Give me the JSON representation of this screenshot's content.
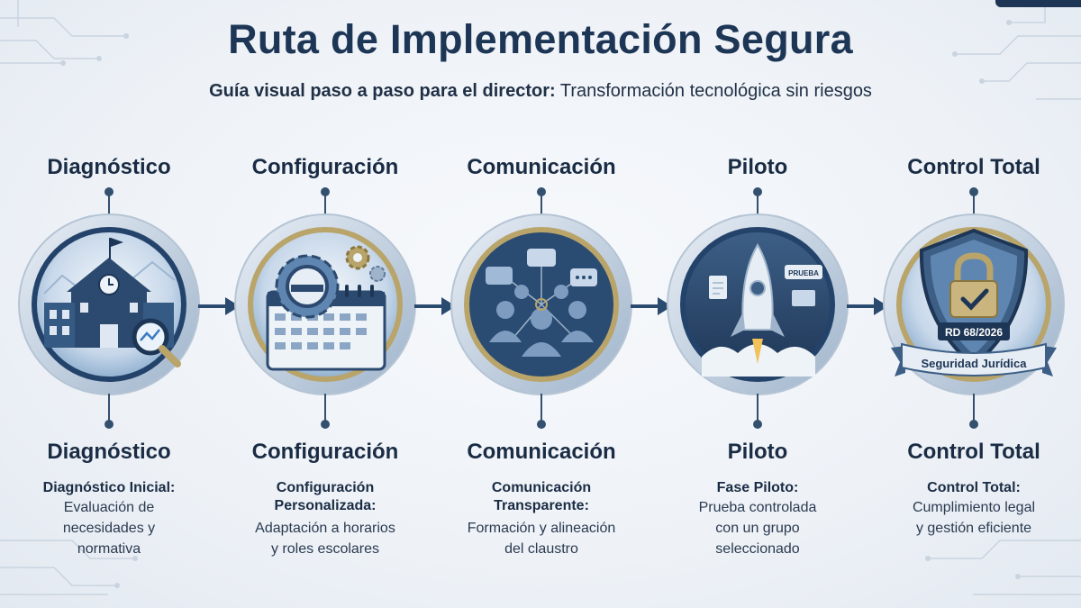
{
  "title": "Ruta de Implementación Segura",
  "subtitle": {
    "bold": "Guía visual paso a paso para el director:",
    "rest": " Transformación tecnológica sin riesgos"
  },
  "colors": {
    "navy": "#1e3656",
    "gold": "#b9a46a",
    "steel": "#5f86b0"
  },
  "steps": [
    {
      "title": "Diagnóstico",
      "name": "Diagnóstico",
      "head": "Diagnóstico Inicial:",
      "desc": [
        "Evaluación de",
        "necesidades y",
        "normativa"
      ],
      "icon": "school-magnifier-icon"
    },
    {
      "title": "Configuración",
      "name": "Configuración",
      "head": "Configuración Personalizada:",
      "desc": [
        "Adaptación a horarios",
        "y roles escolares"
      ],
      "icon": "gear-calendar-icon"
    },
    {
      "title": "Comunicación",
      "name": "Comunicación",
      "head": "Comunicación Transparente:",
      "desc": [
        "Formación y alineación",
        "del claustro"
      ],
      "icon": "people-chat-icon"
    },
    {
      "title": "Piloto",
      "name": "Piloto",
      "head": "Fase Piloto:",
      "desc": [
        "Prueba controlada",
        "con un grupo",
        "seleccionado"
      ],
      "icon": "rocket-icon",
      "tag": "PRUEBA"
    },
    {
      "title": "Control Total",
      "name": "Control Total",
      "head": "Control Total:",
      "desc": [
        "Cumplimiento legal",
        "y gestión eficiente"
      ],
      "icon": "shield-lock-icon",
      "badge": "RD 68/2026",
      "ribbon": "Seguridad Jurídica"
    }
  ]
}
